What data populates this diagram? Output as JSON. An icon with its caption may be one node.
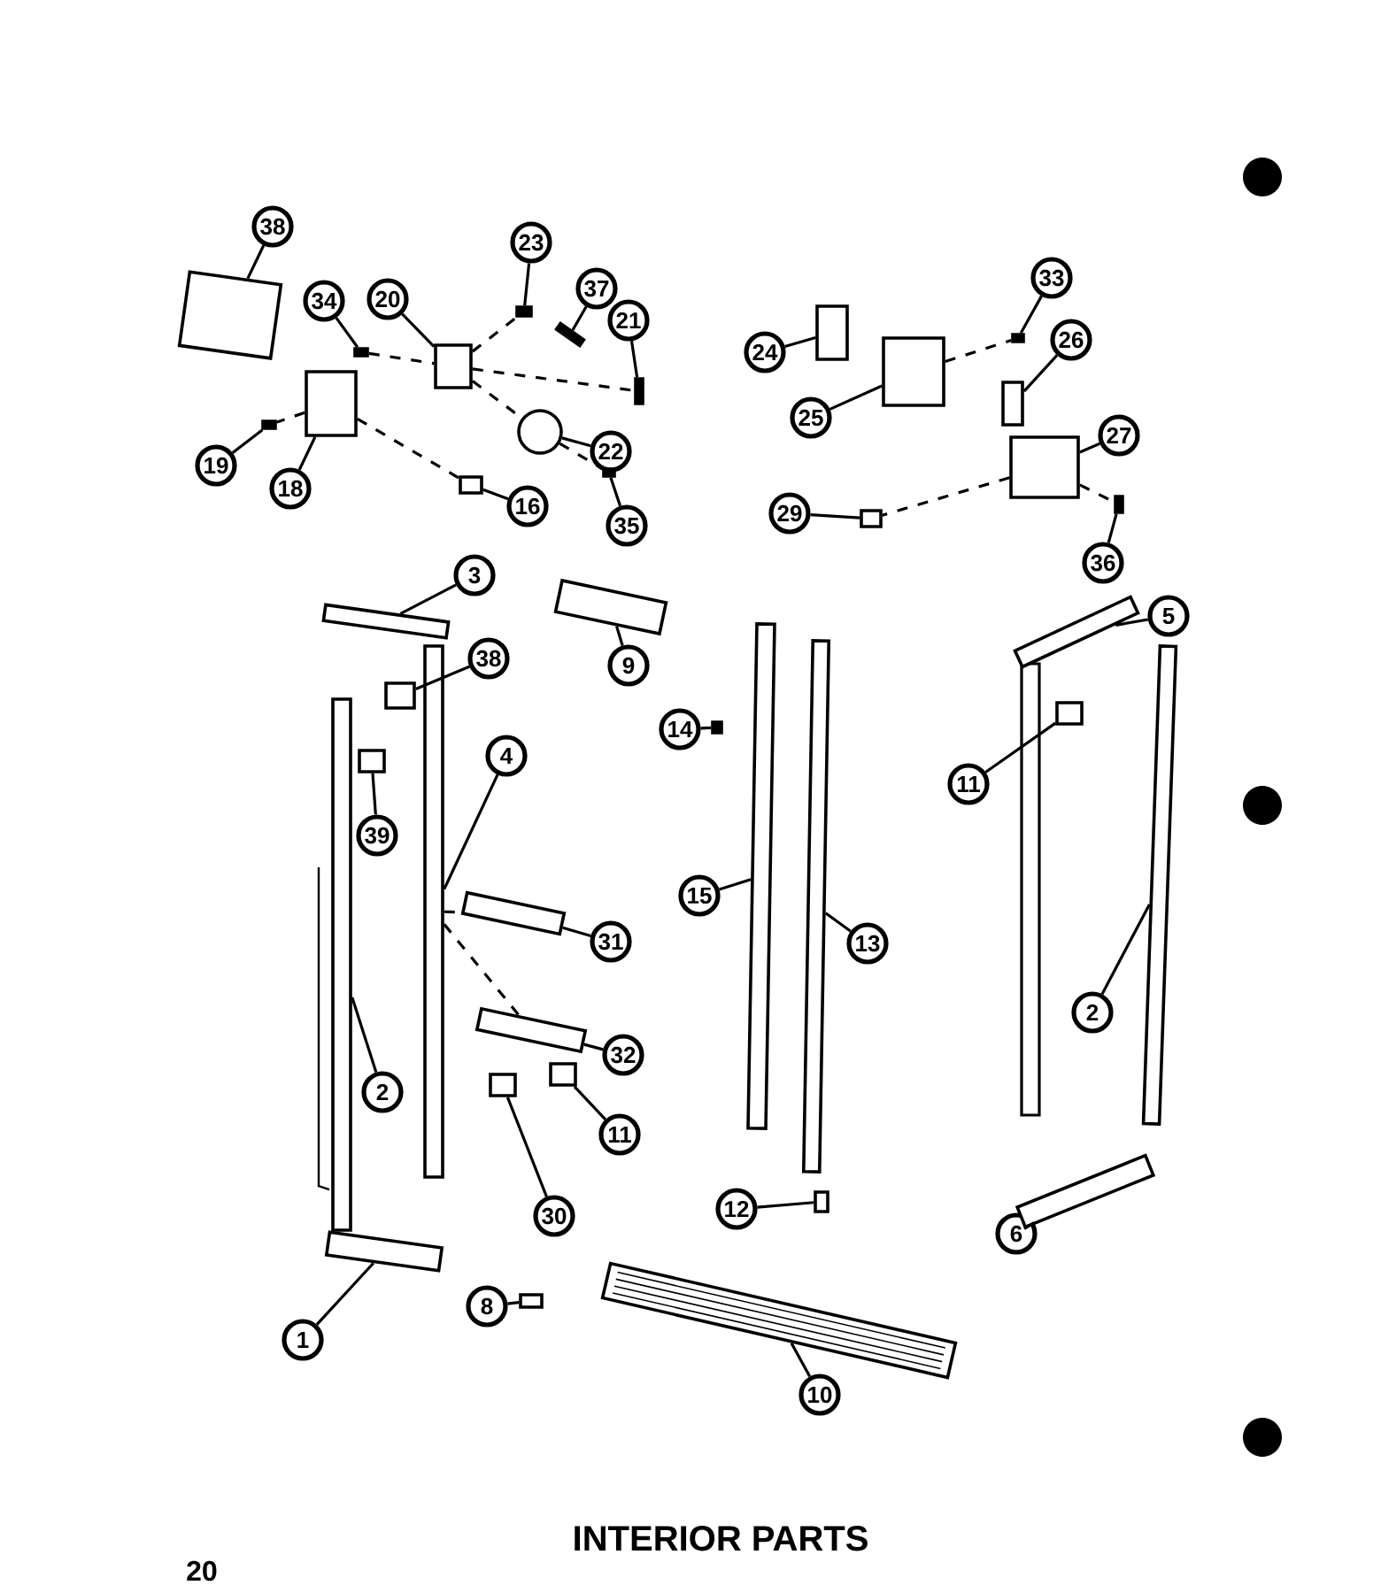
{
  "diagram": {
    "caption": "INTERIOR PARTS",
    "nodes": [
      {
        "text": [
          "38"
        ]
      },
      {
        "text": [],
        "shape": "box"
      },
      {
        "text": [
          "34"
        ]
      },
      {
        "text": [],
        "shape": "bar"
      },
      {
        "text": [
          "20"
        ]
      },
      {
        "text": [],
        "shape": "box"
      },
      {
        "text": [
          "23"
        ]
      },
      {
        "text": [],
        "shape": "bar"
      },
      {
        "text": [
          "37"
        ]
      },
      {
        "text": [],
        "shape": "bar"
      },
      {
        "text": [
          "21"
        ]
      },
      {
        "text": [],
        "shape": "bar"
      },
      {
        "text": [
          "22"
        ]
      },
      {
        "text": [],
        "shape": "circle"
      },
      {
        "text": [
          "19"
        ]
      },
      {
        "text": [],
        "shape": "bar"
      },
      {
        "text": [
          "18"
        ]
      },
      {
        "text": [],
        "shape": "box"
      },
      {
        "text": [
          "16"
        ]
      },
      {
        "text": [],
        "shape": "box"
      },
      {
        "text": [
          "35"
        ]
      },
      {
        "text": [],
        "shape": "bar"
      },
      {
        "text": [
          "24"
        ]
      },
      {
        "text": [],
        "shape": "box"
      },
      {
        "text": [
          "33"
        ]
      },
      {
        "text": [],
        "shape": "bar"
      },
      {
        "text": [
          "25"
        ]
      },
      {
        "text": [],
        "shape": "box"
      },
      {
        "text": [
          "26"
        ]
      },
      {
        "text": [],
        "shape": "box"
      },
      {
        "text": [
          "27"
        ]
      },
      {
        "text": [],
        "shape": "box"
      },
      {
        "text": [
          "29"
        ]
      },
      {
        "text": [],
        "shape": "box"
      },
      {
        "text": [
          "36"
        ]
      },
      {
        "text": [],
        "shape": "bar"
      },
      {
        "text": [
          "3"
        ]
      },
      {
        "text": [],
        "shape": "box"
      },
      {
        "text": [
          "38"
        ]
      },
      {
        "text": [],
        "shape": "box"
      },
      {
        "text": [
          "39"
        ]
      },
      {
        "text": [],
        "shape": "box"
      },
      {
        "text": [
          "4"
        ]
      },
      {
        "text": [],
        "shape": "box"
      },
      {
        "text": [
          "9"
        ]
      },
      {
        "text": [],
        "shape": "box"
      },
      {
        "text": [
          "14"
        ]
      },
      {
        "text": [],
        "shape": "bar"
      },
      {
        "text": [
          "31"
        ]
      },
      {
        "text": [],
        "shape": "box"
      },
      {
        "text": [
          "15"
        ]
      },
      {
        "text": [],
        "shape": "box"
      },
      {
        "text": [
          "13"
        ]
      },
      {
        "text": [],
        "shape": "box"
      },
      {
        "text": [
          "5"
        ]
      },
      {
        "text": [],
        "shape": "box"
      },
      {
        "text": [
          "11"
        ]
      },
      {
        "text": [],
        "shape": "box"
      },
      {
        "text": [
          "2"
        ]
      },
      {
        "text": [],
        "shape": "box"
      },
      {
        "text": [
          "32"
        ]
      },
      {
        "text": [],
        "shape": "box"
      },
      {
        "text": [
          "11"
        ]
      },
      {
        "text": [],
        "shape": "box"
      },
      {
        "text": [
          "30"
        ]
      },
      {
        "text": [],
        "shape": "box"
      },
      {
        "text": [
          "2"
        ]
      },
      {
        "text": [],
        "shape": "box"
      },
      {
        "text": [
          "12"
        ]
      },
      {
        "text": [],
        "shape": "box"
      },
      {
        "text": [
          "6"
        ]
      },
      {
        "text": [],
        "shape": "box"
      },
      {
        "text": [
          "1"
        ]
      },
      {
        "text": [],
        "shape": "box"
      },
      {
        "text": [
          "8"
        ]
      },
      {
        "text": [],
        "shape": "box"
      },
      {
        "text": [
          "10"
        ]
      },
      {
        "text": [],
        "shape": "box"
      }
    ],
    "edges": [
      {
        "from": 0,
        "to": 1,
        "arrow": "none"
      },
      {
        "from": 2,
        "to": 3,
        "arrow": "none"
      },
      {
        "from": 4,
        "to": 5,
        "arrow": "none"
      },
      {
        "from": 6,
        "to": 7,
        "arrow": "none"
      },
      {
        "from": 8,
        "to": 9,
        "arrow": "none"
      },
      {
        "from": 10,
        "to": 11,
        "arrow": "none"
      },
      {
        "from": 12,
        "to": 13,
        "arrow": "none"
      },
      {
        "from": 14,
        "to": 15,
        "arrow": "none"
      },
      {
        "from": 16,
        "to": 17,
        "arrow": "none"
      },
      {
        "from": 18,
        "to": 19,
        "arrow": "none"
      },
      {
        "from": 20,
        "to": 21,
        "arrow": "none"
      },
      {
        "from": 22,
        "to": 23,
        "arrow": "none"
      },
      {
        "from": 24,
        "to": 25,
        "arrow": "none"
      },
      {
        "from": 26,
        "to": 27,
        "arrow": "none"
      },
      {
        "from": 28,
        "to": 29,
        "arrow": "none"
      },
      {
        "from": 30,
        "to": 31,
        "arrow": "none"
      },
      {
        "from": 32,
        "to": 33,
        "arrow": "none"
      },
      {
        "from": 34,
        "to": 35,
        "arrow": "none"
      },
      {
        "from": 36,
        "to": 37,
        "arrow": "none"
      },
      {
        "from": 38,
        "to": 39,
        "arrow": "none"
      },
      {
        "from": 40,
        "to": 41,
        "arrow": "none"
      },
      {
        "from": 42,
        "to": 43,
        "arrow": "none"
      },
      {
        "from": 44,
        "to": 45,
        "arrow": "none"
      },
      {
        "from": 46,
        "to": 47,
        "arrow": "none"
      },
      {
        "from": 48,
        "to": 49,
        "arrow": "none"
      },
      {
        "from": 50,
        "to": 51,
        "arrow": "none"
      },
      {
        "from": 52,
        "to": 53,
        "arrow": "none"
      },
      {
        "from": 54,
        "to": 55,
        "arrow": "none"
      },
      {
        "from": 56,
        "to": 57,
        "arrow": "none"
      },
      {
        "from": 58,
        "to": 59,
        "arrow": "none"
      },
      {
        "from": 60,
        "to": 61,
        "arrow": "none"
      },
      {
        "from": 62,
        "to": 63,
        "arrow": "none"
      },
      {
        "from": 64,
        "to": 65,
        "arrow": "none"
      },
      {
        "from": 66,
        "to": 67,
        "arrow": "none"
      },
      {
        "from": 68,
        "to": 69,
        "arrow": "none"
      },
      {
        "from": 70,
        "to": 71,
        "arrow": "none"
      },
      {
        "from": 72,
        "to": 73,
        "arrow": "none"
      },
      {
        "from": 74,
        "to": 75,
        "arrow": "none"
      },
      {
        "from": 76,
        "to": 77,
        "arrow": "none"
      },
      {
        "from": 3,
        "to": 5,
        "arrow": "none",
        "style": "dashed"
      },
      {
        "from": 5,
        "to": 7,
        "arrow": "none",
        "style": "dashed"
      },
      {
        "from": 5,
        "to": 11,
        "arrow": "none",
        "style": "dashed"
      },
      {
        "from": 5,
        "to": 13,
        "arrow": "none",
        "style": "dashed"
      },
      {
        "from": 13,
        "to": 21,
        "arrow": "none",
        "style": "dashed"
      },
      {
        "from": 17,
        "to": 15,
        "arrow": "none",
        "style": "dashed"
      },
      {
        "from": 17,
        "to": 19,
        "arrow": "none",
        "style": "dashed"
      },
      {
        "from": 27,
        "to": 25,
        "arrow": "none",
        "style": "dashed"
      },
      {
        "from": 31,
        "to": 33,
        "arrow": "none",
        "style": "dashed"
      },
      {
        "from": 31,
        "to": 35,
        "arrow": "none",
        "style": "dashed"
      },
      {
        "from": 43,
        "to": 49,
        "arrow": "none",
        "style": "dashed"
      },
      {
        "from": 43,
        "to": 61,
        "arrow": "none",
        "style": "dashed"
      }
    ],
    "labels": [
      "20"
    ]
  }
}
